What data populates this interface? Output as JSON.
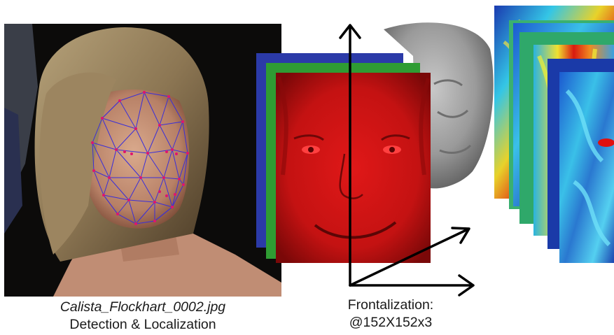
{
  "left_caption": {
    "filename": "Calista_Flockhart_0002.jpg",
    "label": "Detection & Localization"
  },
  "mid_caption": {
    "label": "Frontalization:",
    "dims": "@152X152x3"
  },
  "colors": {
    "mesh": "#3a2fd8",
    "landmark": "#e0146e",
    "channel_blue": "#2b3aa8",
    "channel_green": "#2f9c33",
    "channel_red": "#cc1010",
    "arrow": "#000000"
  }
}
